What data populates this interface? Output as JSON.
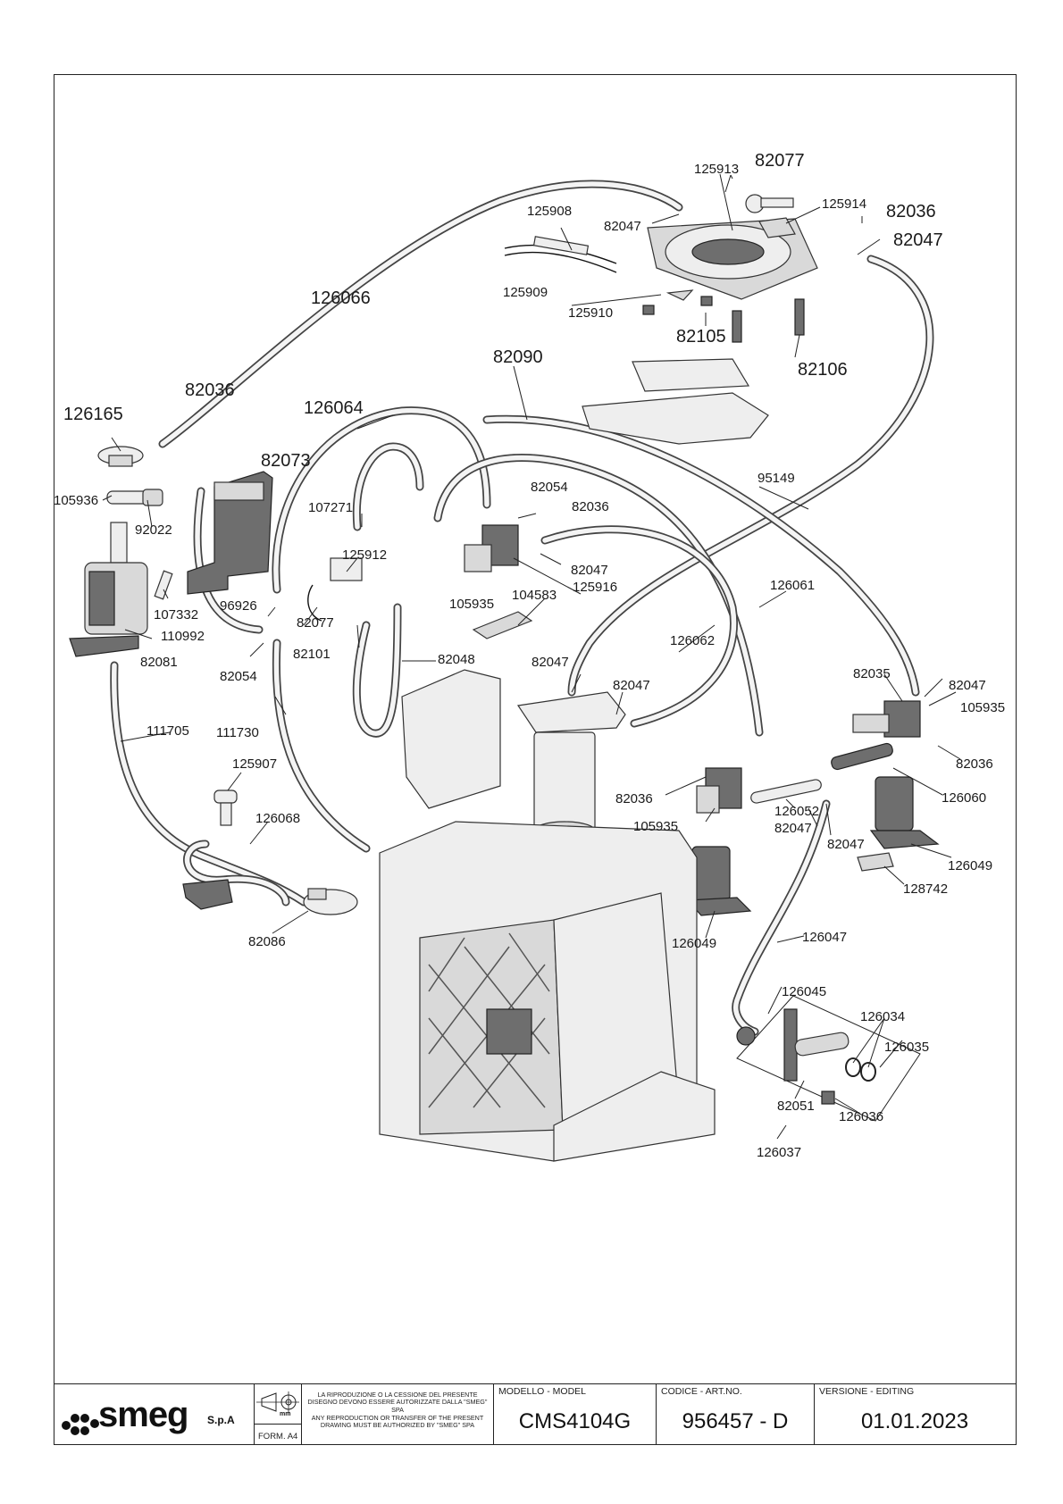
{
  "labels": [
    {
      "id": "p82077-top",
      "text": "82077"
    },
    {
      "id": "p125913",
      "text": "125913"
    },
    {
      "id": "p125914",
      "text": "125914"
    },
    {
      "id": "p82036-tr",
      "text": "82036"
    },
    {
      "id": "p82047-tr",
      "text": "82047"
    },
    {
      "id": "p125908",
      "text": "125908"
    },
    {
      "id": "p82047-t",
      "text": "82047"
    },
    {
      "id": "p125909",
      "text": "125909"
    },
    {
      "id": "p125910",
      "text": "125910"
    },
    {
      "id": "p82105",
      "text": "82105"
    },
    {
      "id": "p82106",
      "text": "82106"
    },
    {
      "id": "p126066",
      "text": "126066"
    },
    {
      "id": "p82090",
      "text": "82090"
    },
    {
      "id": "p82036-l",
      "text": "82036"
    },
    {
      "id": "p126165",
      "text": "126165"
    },
    {
      "id": "p126064",
      "text": "126064"
    },
    {
      "id": "p82073",
      "text": "82073"
    },
    {
      "id": "p95149",
      "text": "95149"
    },
    {
      "id": "p105936",
      "text": "105936"
    },
    {
      "id": "p107271",
      "text": "107271"
    },
    {
      "id": "p82054-c",
      "text": "82054"
    },
    {
      "id": "p82036-c",
      "text": "82036"
    },
    {
      "id": "p92022",
      "text": "92022"
    },
    {
      "id": "p125912",
      "text": "125912"
    },
    {
      "id": "p82047-c",
      "text": "82047"
    },
    {
      "id": "p125916",
      "text": "125916"
    },
    {
      "id": "p107332",
      "text": "107332"
    },
    {
      "id": "p104583",
      "text": "104583"
    },
    {
      "id": "p96926",
      "text": "96926"
    },
    {
      "id": "p105935-c",
      "text": "105935"
    },
    {
      "id": "p126061",
      "text": "126061"
    },
    {
      "id": "p110992",
      "text": "110992"
    },
    {
      "id": "p82077-c",
      "text": "82077"
    },
    {
      "id": "p126062",
      "text": "126062"
    },
    {
      "id": "p82101",
      "text": "82101"
    },
    {
      "id": "p82081",
      "text": "82081"
    },
    {
      "id": "p82048",
      "text": "82048"
    },
    {
      "id": "p82047-m",
      "text": "82047"
    },
    {
      "id": "p82054-l",
      "text": "82054"
    },
    {
      "id": "p82035",
      "text": "82035"
    },
    {
      "id": "p82047-r",
      "text": "82047"
    },
    {
      "id": "p82047-m2",
      "text": "82047"
    },
    {
      "id": "p105935-r",
      "text": "105935"
    },
    {
      "id": "p111705",
      "text": "111705"
    },
    {
      "id": "p111730",
      "text": "111730"
    },
    {
      "id": "p82036-r",
      "text": "82036"
    },
    {
      "id": "p125907",
      "text": "125907"
    },
    {
      "id": "p82036-m",
      "text": "82036"
    },
    {
      "id": "p126060",
      "text": "126060"
    },
    {
      "id": "p126052",
      "text": "126052"
    },
    {
      "id": "p126068",
      "text": "126068"
    },
    {
      "id": "p105935-m",
      "text": "105935"
    },
    {
      "id": "p82047-m3",
      "text": "82047"
    },
    {
      "id": "p82047-m4",
      "text": "82047"
    },
    {
      "id": "p126049-r",
      "text": "126049"
    },
    {
      "id": "p128742",
      "text": "128742"
    },
    {
      "id": "p82086",
      "text": "82086"
    },
    {
      "id": "p126049-m",
      "text": "126049"
    },
    {
      "id": "p126047",
      "text": "126047"
    },
    {
      "id": "p126045",
      "text": "126045"
    },
    {
      "id": "p126034",
      "text": "126034"
    },
    {
      "id": "p126035",
      "text": "126035"
    },
    {
      "id": "p82051",
      "text": "82051"
    },
    {
      "id": "p126036",
      "text": "126036"
    },
    {
      "id": "p126037",
      "text": "126037"
    }
  ],
  "title_block": {
    "brand": "smeg",
    "brand_suffix": "S.p.A",
    "legal_it": "LA RIPRODUZIONE O LA CESSIONE DEL PRESENTE DISEGNO DEVONO ESSERE AUTORIZZATE DALLA \"SMEG\" SPA",
    "legal_en": "ANY REPRODUCTION OR TRANSFER OF THE PRESENT DRAWING MUST BE AUTHORIZED BY \"SMEG\" SPA",
    "unit": "mm",
    "form": "FORM. A4",
    "model_caption": "MODELLO - MODEL",
    "model": "CMS4104G",
    "code_caption": "CODICE - ART.NO.",
    "code": "956457 - D",
    "version_caption": "VERSIONE - EDITING",
    "version": "01.01.2023"
  }
}
